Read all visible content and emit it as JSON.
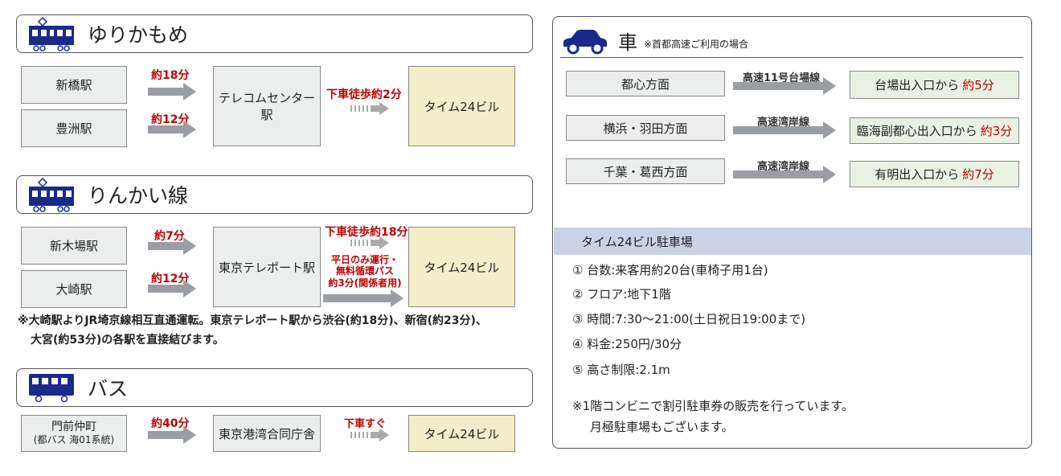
{
  "yurikamome": {
    "title": "ゆりかもめ",
    "from1": "新橋駅",
    "time1": "約18分",
    "from2": "豊洲駅",
    "time2": "約12分",
    "mid": "テレコムセンター駅",
    "walk": "下車徒歩約2分",
    "goal": "タイム24ビル"
  },
  "rinkai": {
    "title": "りんかい線",
    "from1": "新木場駅",
    "time1": "約7分",
    "from2": "大崎駅",
    "time2": "約12分",
    "mid": "東京テレポート駅",
    "walk": "下車徒歩約18分",
    "bus_line1": "平日のみ運行・",
    "bus_line2": "無料循環バス",
    "bus_line3": "約3分(関係者用)",
    "goal": "タイム24ビル",
    "note_line1": "※大崎駅よりJR埼京線相互直通運転。東京テレポート駅から渋谷(約18分)、新宿(約23分)、",
    "note_line2": "大宮(約53分)の各駅を直接結びます。"
  },
  "bus": {
    "title": "バス",
    "from_line1": "門前仲町",
    "from_line2": "(都バス 海01系統)",
    "time": "約40分",
    "mid": "東京港湾合同庁舎",
    "walk": "下車すぐ",
    "goal": "タイム24ビル"
  },
  "car": {
    "title": "車",
    "subtitle": "※首都高速ご利用の場合",
    "routes": [
      {
        "from": "都心方面",
        "road": "高速11号台場線",
        "dest": "台場出入口から",
        "time": "約5分"
      },
      {
        "from": "横浜・羽田方面",
        "road": "高速湾岸線",
        "dest": "臨海副都心出入口から",
        "time": "約3分"
      },
      {
        "from": "千葉・葛西方面",
        "road": "高速湾岸線",
        "dest": "有明出入口から",
        "time": "約7分"
      }
    ]
  },
  "parking": {
    "title": "タイム24ビル駐車場",
    "items": [
      "① 台数:来客用約20台(車椅子用1台)",
      "② フロア:地下1階",
      "③ 時間:7:30〜21:00(土日祝日19:00まで)",
      "④ 料金:250円/30分",
      "⑤ 高さ制限:2.1m"
    ],
    "note_line1": "※1階コンビニで割引駐車券の販売を行っています。",
    "note_line2": "月極駐車場もございます。"
  },
  "colors": {
    "accent_red": "#c00000",
    "goal_bg": "#f4edc9",
    "green_bg": "#e9f2e2",
    "header_blue": "#c9d3e6"
  },
  "icons": [
    "train-icon",
    "bus-icon",
    "car-icon",
    "arrow-icon"
  ]
}
